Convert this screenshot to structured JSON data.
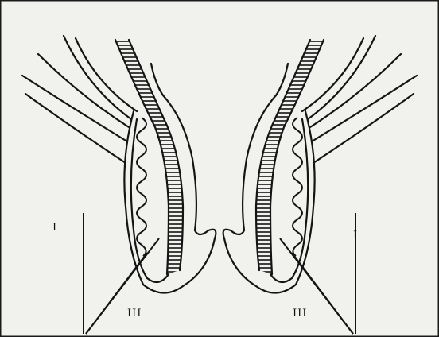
{
  "labels": {
    "left_roman_one": "I",
    "left_roman_three": "III",
    "right_roman_one": "I",
    "right_roman_three": "III"
  },
  "colors": {
    "background": "#f1f1ee",
    "ink": "#141414",
    "frame_edge": "#1a1a1a"
  }
}
